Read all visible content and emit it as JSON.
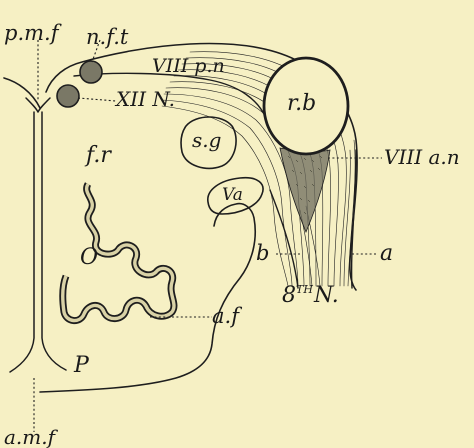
{
  "labels": {
    "pmf": "p.m.f",
    "nft": "n.f.t",
    "viii_pn": "VIII p.n",
    "xii_n": "XII N.",
    "rb": "r.b",
    "sg": "s.g",
    "fr": "f.r",
    "viii_an": "VIII a.n",
    "va": "Va",
    "b": "b",
    "a": "a",
    "o": "O",
    "af": "a.f",
    "n8_num": "8",
    "n8_sup": "TH",
    "n8_n": "N.",
    "p": "P",
    "amf": "a.m.f"
  },
  "colors": {
    "paper": "#f6f0c4",
    "ink": "#1e1e1e",
    "shade": "#6d6c5e"
  }
}
